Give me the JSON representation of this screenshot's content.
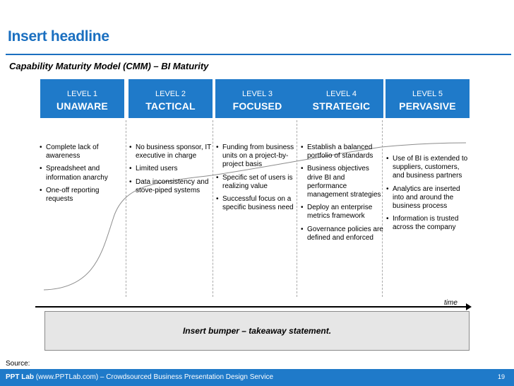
{
  "slide": {
    "headline": "Insert headline",
    "subtitle": "Capability Maturity Model (CMM) – BI Maturity",
    "time_label": "time",
    "bumper": "Insert bumper – takeaway statement.",
    "source": "Source:"
  },
  "levels": [
    {
      "number": "LEVEL 1",
      "name": "UNAWARE",
      "bullets": [
        "Complete lack of awareness",
        "Spreadsheet and information anarchy",
        "One-off reporting requests"
      ]
    },
    {
      "number": "LEVEL 2",
      "name": "TACTICAL",
      "bullets": [
        "No business sponsor, IT executive in charge",
        "Limited users",
        "Data inconsistency and stove-piped systems"
      ]
    },
    {
      "number": "LEVEL 3",
      "name": "FOCUSED",
      "bullets": [
        "Funding from business units on a project-by-project basis",
        "Specific set of users is realizing value",
        "Successful focus on a specific business need"
      ]
    },
    {
      "number": "LEVEL 4",
      "name": "STRATEGIC",
      "bullets": [
        "Establish a balanced portfolio of standards",
        "Business objectives drive BI and performance management strategies",
        "Deploy an enterprise metrics framework",
        "Governance policies are defined and enforced"
      ]
    },
    {
      "number": "LEVEL  5",
      "name": "PERVASIVE",
      "bullets": [
        "Use of BI is extended to suppliers, customers, and business partners",
        "Analytics are inserted into and around the business process",
        "Information is trusted across the company"
      ]
    }
  ],
  "footer": {
    "brand": "PPT Lab",
    "text": " (www.PPTLab.com) – Crowdsourced Business Presentation Design Service",
    "page_number": "19"
  },
  "colors": {
    "accent": "#1f7ac9",
    "headline": "#1a6fc0",
    "bumper_bg": "#e6e6e6"
  }
}
